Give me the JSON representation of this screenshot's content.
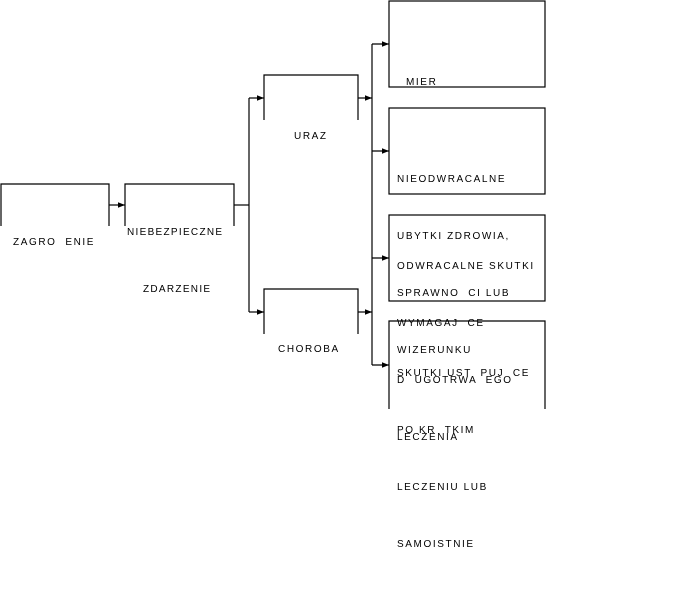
{
  "nodes": {
    "zagrozenie": {
      "lines": [
        "ZAGRO  ENIE"
      ]
    },
    "zdarzenie": {
      "lines": [
        "NIEBEZPIECZNE",
        "ZDARZENIE"
      ]
    },
    "uraz": {
      "lines": [
        "URAZ"
      ]
    },
    "choroba": {
      "lines": [
        "CHOROBA"
      ]
    },
    "smierc": {
      "lines": [
        "MIER"
      ]
    },
    "nieodwracalne": {
      "lines": [
        "NIEODWRACALNE",
        "UBYTKI ZDROWIA,",
        "SPRAWNO  CI LUB",
        "WIZERUNKU"
      ]
    },
    "odwracalne": {
      "lines": [
        "ODWRACALNE SKUTKI",
        "WYMAGAJ  CE",
        "D  UGOTRWA  EGO",
        "LECZENIA"
      ]
    },
    "krotkie": {
      "lines": [
        "SKUTKI UST  PUJ  CE",
        "PO KR  TKIM",
        "LECZENIU LUB",
        "SAMOISTNIE"
      ]
    }
  }
}
